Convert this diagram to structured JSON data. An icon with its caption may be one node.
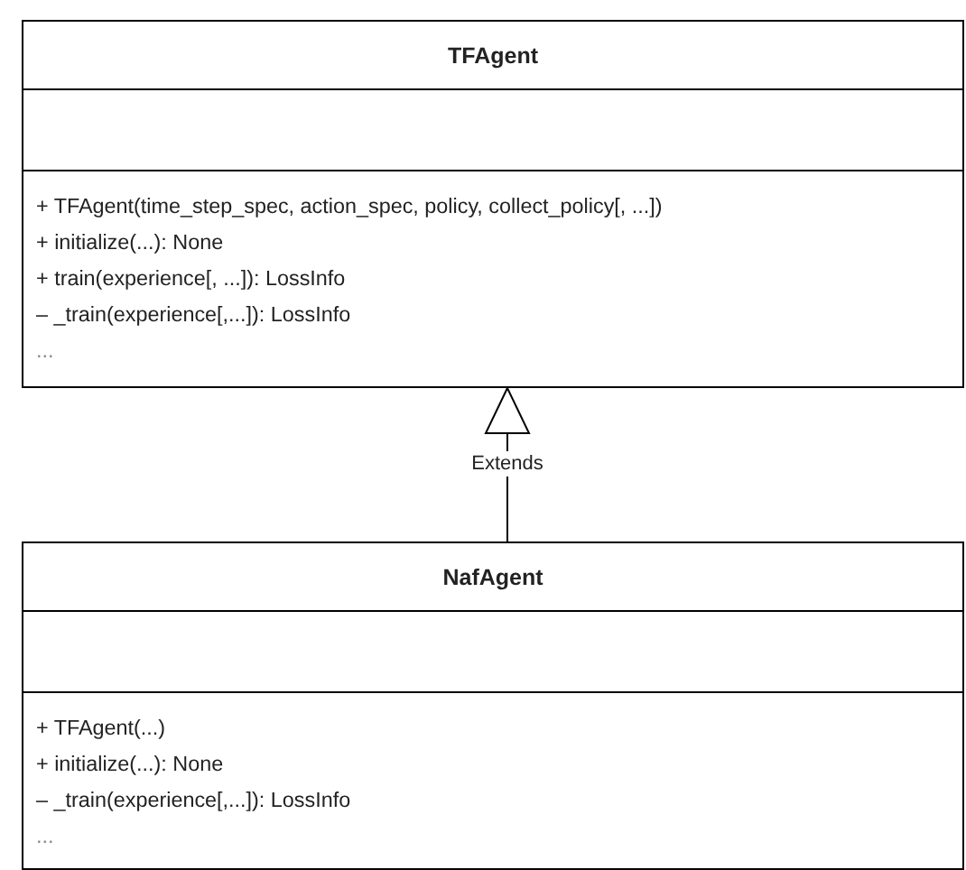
{
  "diagram": {
    "nodes": [
      {
        "text": [
          "TFAgent",
          "+ TFAgent(time_step_spec, action_spec, policy, collect_policy[, ...])",
          "+ initialize(...): None",
          "+ train(experience[, ...]): LossInfo",
          "– _train(experience[,...]): LossInfo",
          "..."
        ]
      },
      {
        "text": [
          "NafAgent",
          "+ TFAgent(...)",
          "+ initialize(...): None",
          "– _train(experience[,...]): LossInfo",
          "..."
        ]
      }
    ],
    "edges": [
      {
        "from": 1,
        "to": 0,
        "arrow": "to",
        "label": "Extends"
      }
    ]
  }
}
